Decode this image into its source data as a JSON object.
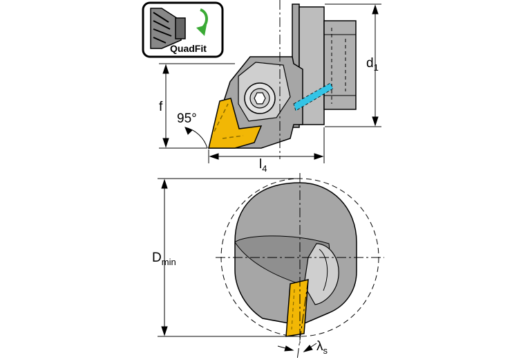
{
  "badge": {
    "label": "QuadFit"
  },
  "dimensions": {
    "d1_main": "d",
    "d1_sub": "1",
    "f": "f",
    "angle": "95°",
    "l4_main": "l",
    "l4_sub": "4",
    "dmin_main": "D",
    "dmin_sub": "min",
    "lambda_main": "λ",
    "lambda_sub": "s"
  },
  "colors": {
    "body_gray": "#a6a6a6",
    "dark_gray": "#7a7a7a",
    "light_gray": "#cfcfcf",
    "insert_yellow": "#f2b705",
    "coolant_cyan": "#33c4e6",
    "arrow_green": "#3aaa35"
  }
}
